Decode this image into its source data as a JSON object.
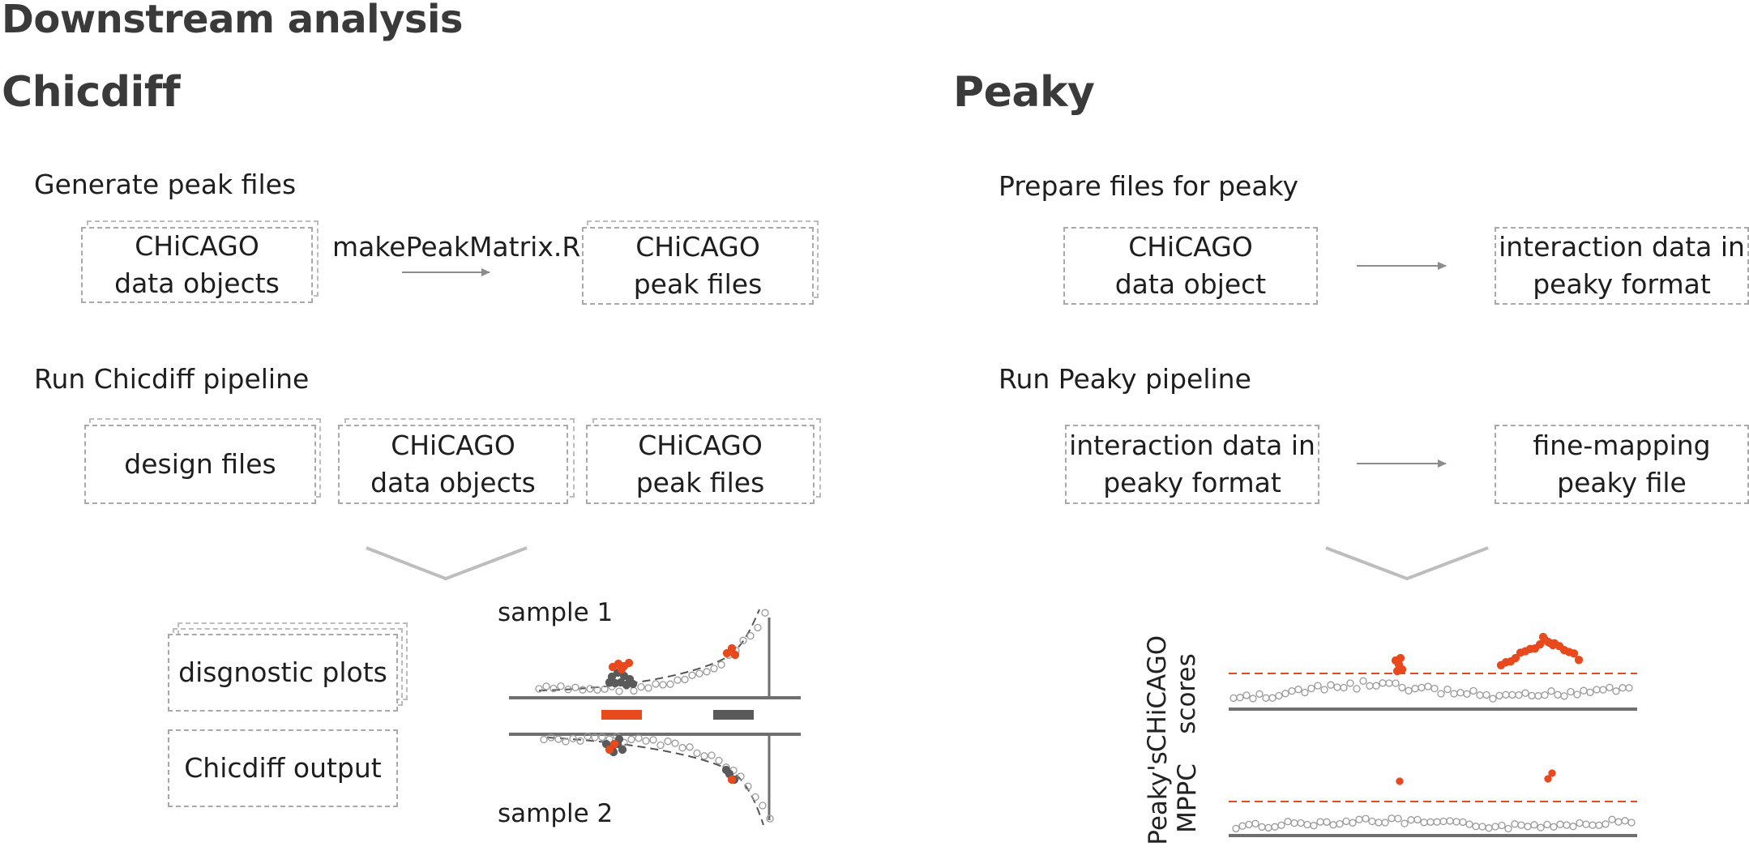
{
  "page": {
    "title": "Downstream analysis"
  },
  "chicdiff": {
    "heading": "Chicdiff",
    "step1": {
      "title": "Generate peak files",
      "input_box": [
        "CHiCAGO",
        "data objects"
      ],
      "arrow_label": "makePeakMatrix.R",
      "output_box": [
        "CHiCAGO",
        "peak files"
      ]
    },
    "step2": {
      "title": "Run Chicdiff pipeline",
      "inputs": [
        {
          "lines": [
            "design files"
          ]
        },
        {
          "lines": [
            "CHiCAGO",
            "data objects"
          ]
        },
        {
          "lines": [
            "CHiCAGO",
            "peak files"
          ]
        }
      ]
    },
    "outputs": [
      "disgnostic plots",
      "Chicdiff output"
    ],
    "plot": {
      "sample_top": "sample 1",
      "sample_bottom": "sample 2"
    }
  },
  "peaky": {
    "heading": "Peaky",
    "step1": {
      "title": "Prepare files for peaky",
      "input_box": [
        "CHiCAGO",
        "data object"
      ],
      "output_box": [
        "interaction data in",
        "peaky format"
      ]
    },
    "step2": {
      "title": "Run Peaky pipeline",
      "input_box": [
        "interaction data in",
        "peaky format"
      ],
      "output_box": [
        "fine-mapping",
        "peaky file"
      ]
    },
    "plot": {
      "top_ylabel": [
        "CHiCAGO",
        "scores"
      ],
      "bottom_ylabel": [
        "Peaky's",
        "MPPC"
      ]
    }
  },
  "colors": {
    "highlight": "#e8491d",
    "dark_point": "#5a5a5a",
    "axis": "#6f6f6f",
    "box_border": "#a9a9a9"
  }
}
